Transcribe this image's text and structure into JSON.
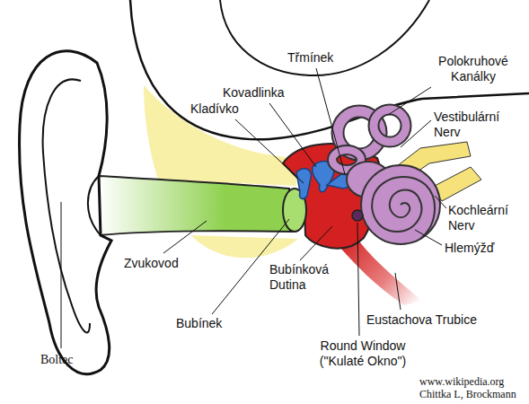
{
  "diagram": {
    "labels": [
      "Boltec",
      "Zvukovod",
      "Bubínek",
      "Bubínková Dutina",
      "Round Window (\"Kulaté Okno\")",
      "Eustachova Trubice",
      "Hlemýžď",
      "Kochleární Nerv",
      "Vestibulární Nerv",
      "Polokruhové Kanálky",
      "Třmínek",
      "Kovadlinka",
      "Kladívko",
      "www.wikipedia.org",
      "Chittka L, Brockmann"
    ]
  }
}
